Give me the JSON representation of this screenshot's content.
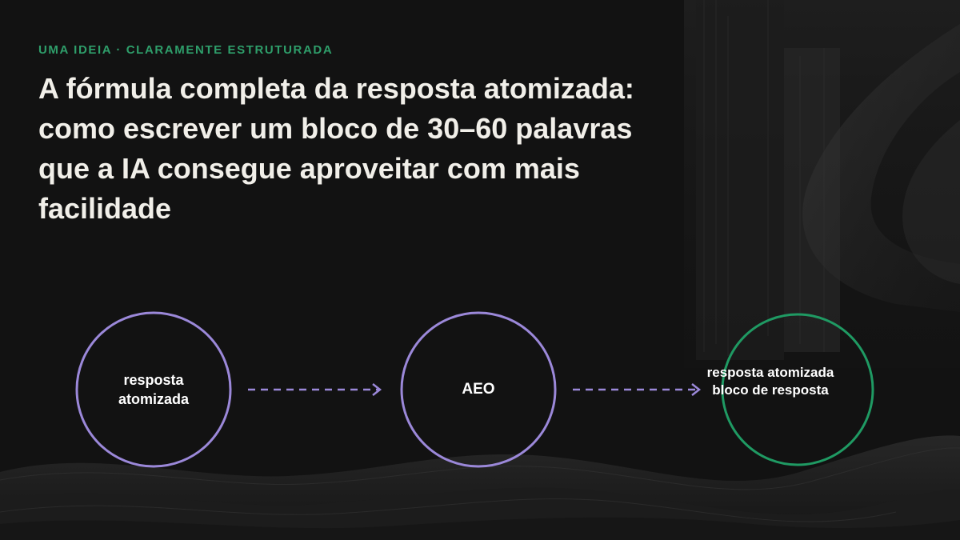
{
  "header": {
    "eyebrow": "UMA IDEIA · CLARAMENTE ESTRUTURADA",
    "title": "A fórmula completa da resposta atomizada: como escrever um bloco de 30–60 palavras que a IA consegue aproveitar com mais facilidade"
  },
  "diagram": {
    "nodes": [
      {
        "id": "n1",
        "label": "resposta atomizada",
        "color": "#9b88d9"
      },
      {
        "id": "n2",
        "label": "AEO",
        "color": "#9b88d9"
      },
      {
        "id": "n3",
        "label": "resposta atomizada bloco de resposta",
        "color": "#1f9a63"
      }
    ],
    "edges": [
      {
        "from": "n1",
        "to": "n2",
        "style": "dashed",
        "color": "#9b88d9"
      },
      {
        "from": "n2",
        "to": "n3",
        "style": "dashed",
        "color": "#9b88d9"
      }
    ]
  },
  "colors": {
    "background": "#121212",
    "accent_green": "#2e9e6a",
    "accent_purple": "#9b88d9",
    "title_text": "#f1efe9"
  }
}
